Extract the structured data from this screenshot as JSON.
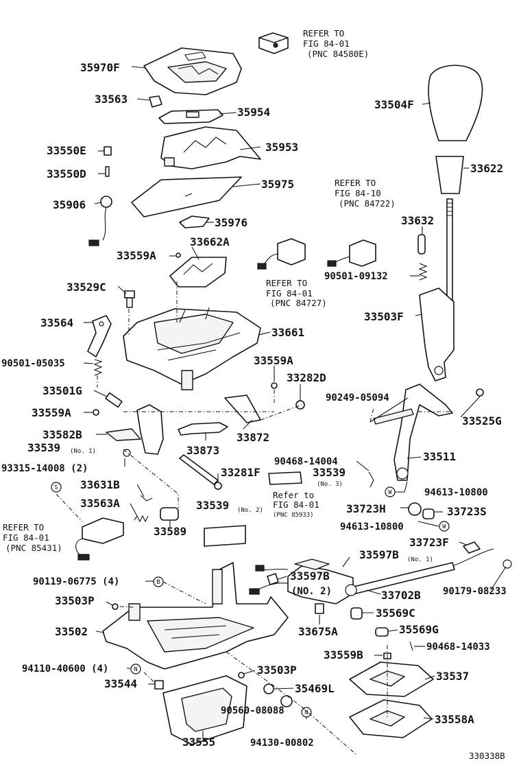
{
  "diagram_id": "330338B",
  "callouts": {
    "s": "S",
    "b": "B",
    "w": "W",
    "n": "N"
  },
  "references": [
    {
      "line1": "REFER TO",
      "line2": "FIG 84-01",
      "line3": "(PNC 84580E)"
    },
    {
      "line1": "REFER TO",
      "line2": "FIG 84-10",
      "line3": "(PNC 84722)"
    },
    {
      "line1": "REFER TO",
      "line2": "FIG 84-01",
      "line3": "(PNC 84727)"
    },
    {
      "line1": "Refer to",
      "line2": "FIG 84-01",
      "line3": "(PNC 85933)"
    },
    {
      "line1": "REFER TO",
      "line2": "FIG 84-01",
      "line3": "(PNC 85431)"
    }
  ],
  "parts": {
    "p35970F": "35970F",
    "p33563": "33563",
    "p35954": "35954",
    "p35953": "35953",
    "p33550E": "33550E",
    "p33550D": "33550D",
    "p35975": "35975",
    "p35906": "35906",
    "p35976": "35976",
    "p33559A_1": "33559A",
    "p33662A": "33662A",
    "p33529C": "33529C",
    "p33564": "33564",
    "p33661": "33661",
    "p90501_05035": "90501-05035",
    "p33559A_2": "33559A",
    "p33282D": "33282D",
    "p33501G": "33501G",
    "p33559A_3": "33559A",
    "p33582B": "33582B",
    "p33539_1": "33539",
    "p33539_1_note": "(No. 1)",
    "p33872": "33872",
    "p33873": "33873",
    "p93315": "93315-14008 (2)",
    "p33281F": "33281F",
    "p33631B": "33631B",
    "p33563A": "33563A",
    "p33589": "33589",
    "p33539_2": "33539",
    "p33539_2_note": "(No. 2)",
    "p90468_14004": "90468-14004",
    "p33539_3": "33539",
    "p33539_3_note": "(No. 3)",
    "p33504F": "33504F",
    "p33622": "33622",
    "p33632": "33632",
    "p90501_09132": "90501-09132",
    "p33503F": "33503F",
    "p90249_05094": "90249-05094",
    "p33525G": "33525G",
    "p33511": "33511",
    "p94613_10800_1": "94613-10800",
    "p33723H": "33723H",
    "p33723S": "33723S",
    "p94613_10800_2": "94613-10800",
    "p33723F": "33723F",
    "p90119": "90119-06775 (4)",
    "p33503P_1": "33503P",
    "p33597B_1": "33597B",
    "p33597B_1_note": "(No. 1)",
    "p33597B_2": "33597B",
    "p33597B_2_note": "(NO. 2)",
    "p33702B": "33702B",
    "p90179": "90179-08233",
    "p33502": "33502",
    "p35569C": "35569C",
    "p33675A": "33675A",
    "p35569G": "35569G",
    "p94110": "94110-40600 (4)",
    "p33559B": "33559B",
    "p90468_14033": "90468-14033",
    "p33503P_2": "33503P",
    "p33544": "33544",
    "p33537": "33537",
    "p35469L": "35469L",
    "p90560": "90560-08088",
    "p33558A": "33558A",
    "p33555": "33555",
    "p94130": "94130-00802"
  }
}
